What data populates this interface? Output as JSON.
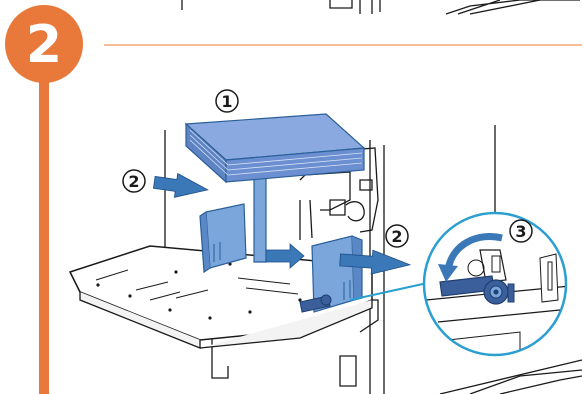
{
  "step": {
    "number": "2",
    "badge_color": "#e8793a",
    "rule_color": "#f0a878"
  },
  "callouts": [
    {
      "id": "paper",
      "label": "1"
    },
    {
      "id": "guide-left",
      "label": "2"
    },
    {
      "id": "guide-right",
      "label": "2"
    },
    {
      "id": "lever",
      "label": "3"
    }
  ],
  "colors": {
    "paper": "#6b8fd0",
    "guide": "#7aa6dc",
    "arrow": "#3a78b8",
    "zoom_circle": "#2a9fd0",
    "line": "#1a1a1a"
  }
}
